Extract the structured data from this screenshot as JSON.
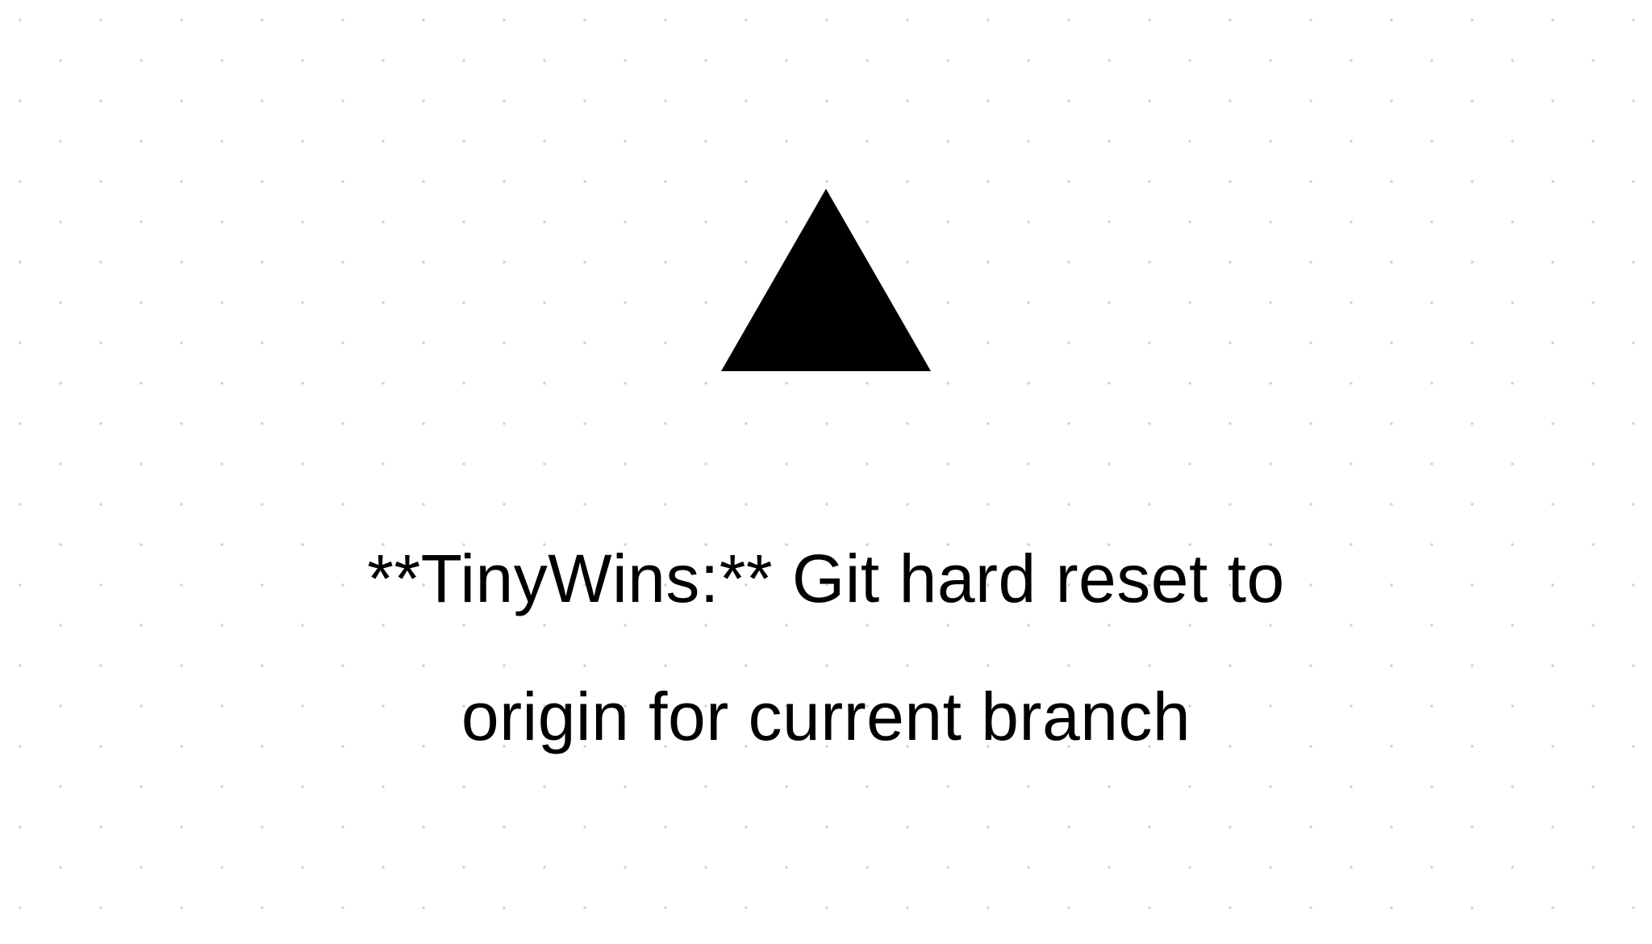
{
  "card": {
    "background_color": "#ffffff",
    "dot_grid_color": "#d2d2d2",
    "logo": {
      "icon": "triangle-logo-icon",
      "color": "#000000"
    },
    "title_lines": [
      "**TinyWins:** Git hard reset to",
      "origin for current branch"
    ],
    "title_full": "**TinyWins:** Git hard reset to origin for current branch",
    "text_color": "#000000"
  }
}
